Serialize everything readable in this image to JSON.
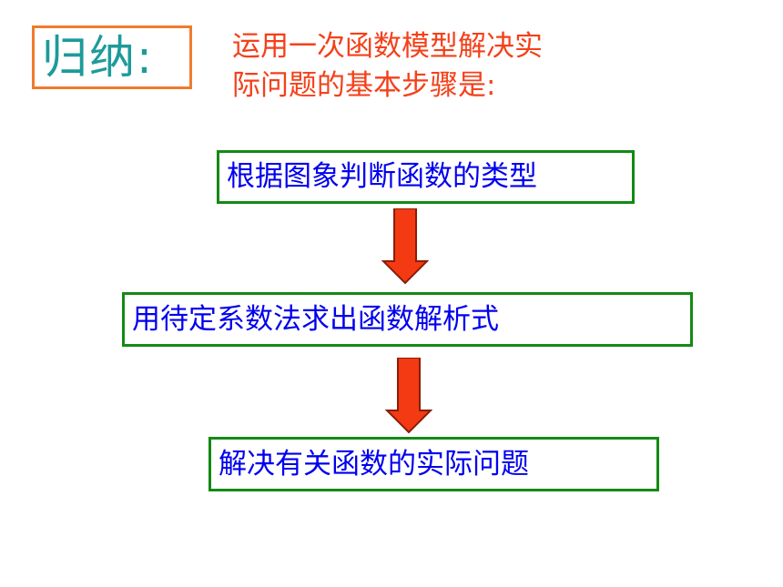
{
  "summary": {
    "label": "归纳:"
  },
  "intro": {
    "line1": "运用一次函数模型解决实",
    "line2": "际问题的基本步骤是:"
  },
  "steps": [
    {
      "text": "根据图象判断函数的类型"
    },
    {
      "text": "用待定系数法求出函数解析式"
    },
    {
      "text": "解决有关函数的实际问题"
    }
  ],
  "colors": {
    "summary_border": "#f07b2c",
    "summary_text": "#1e9a9a",
    "intro_text": "#f4401a",
    "step_border": "#138a13",
    "step_text": "#0000ee",
    "arrow_fill": "#f43a12"
  },
  "icons": {
    "arrow": "down-arrow-icon"
  }
}
